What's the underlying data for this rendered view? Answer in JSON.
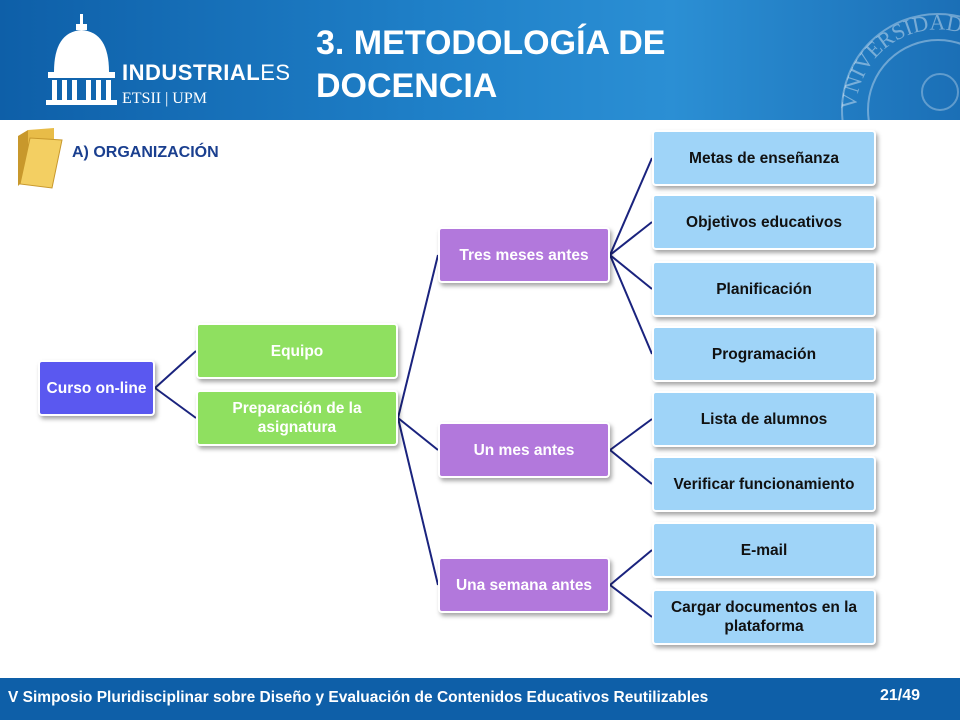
{
  "header": {
    "title_line1": "3. METODOLOGÍA DE",
    "title_line2": "DOCENCIA",
    "logo": {
      "name_bold": "INDUSTRIAL",
      "name_thin": "ES",
      "subtitle": "ETSII | UPM"
    },
    "seal_text": "VNIVERSIDAD"
  },
  "section": {
    "label": "A) ORGANIZACIÓN"
  },
  "diagram": {
    "root": "Curso on-line",
    "level1": [
      "Equipo",
      "Preparación de la asignatura"
    ],
    "level2": [
      "Tres meses antes",
      "Un mes antes",
      "Una semana antes"
    ],
    "level3": {
      "tres_meses": [
        "Metas de enseñanza",
        "Objetivos educativos",
        "Planificación",
        "Programación"
      ],
      "un_mes": [
        "Lista de alumnos",
        "Verificar funcionamiento"
      ],
      "una_semana": [
        "E-mail",
        "Cargar documentos en la plataforma"
      ]
    }
  },
  "footer": {
    "text": "V Simposio Pluridisciplinar sobre Diseño y Evaluación de Contenidos Educativos Reutilizables",
    "page": "21/49"
  },
  "colors": {
    "header_blue": "#0e5fa8",
    "node_root": "#5a58f0",
    "node_level1": "#8fe060",
    "node_level2": "#b278dc",
    "node_level3": "#9fd4f8",
    "connector": "#1a237e"
  }
}
